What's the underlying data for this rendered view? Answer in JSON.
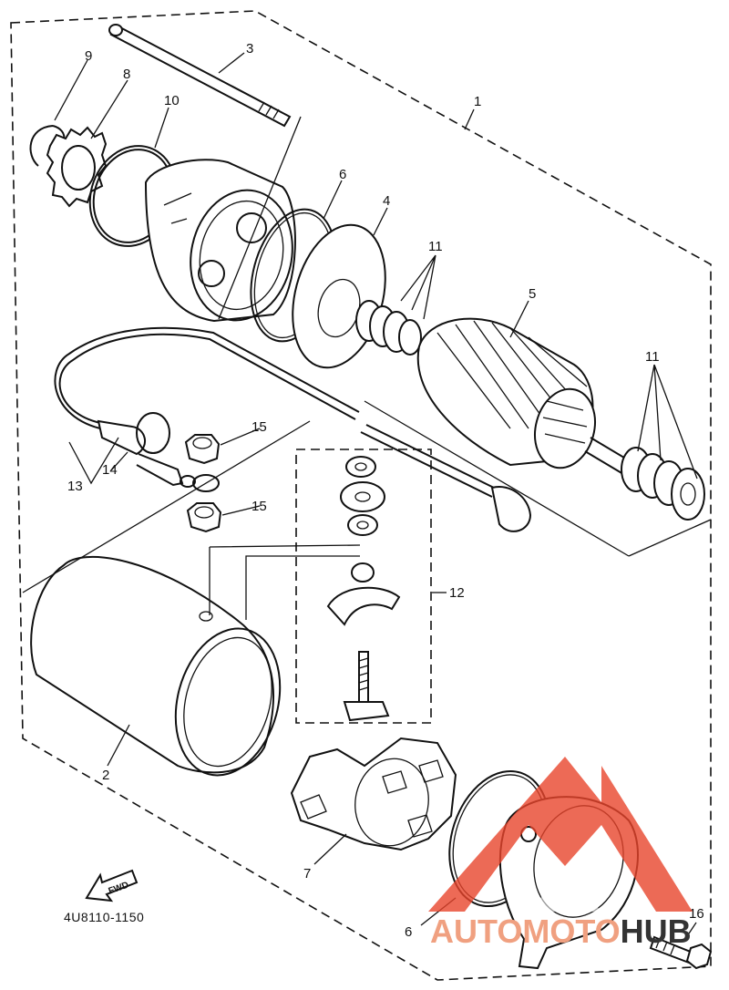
{
  "diagram_code": "4U8110-1150",
  "fwd_label": "FWD",
  "watermark": {
    "brand_a": "AUTOMOTO",
    "brand_b": "HUB",
    "color_a": "#f0a080",
    "color_b": "#333333",
    "logo_color": "#e8452c"
  },
  "callouts": {
    "c1": "1",
    "c2": "2",
    "c3": "3",
    "c4": "4",
    "c5": "5",
    "c6a": "6",
    "c6b": "6",
    "c7": "7",
    "c8": "8",
    "c9": "9",
    "c10": "10",
    "c11a": "11",
    "c11b": "11",
    "c12": "12",
    "c13": "13",
    "c14": "14",
    "c15a": "15",
    "c15b": "15",
    "c16": "16"
  }
}
